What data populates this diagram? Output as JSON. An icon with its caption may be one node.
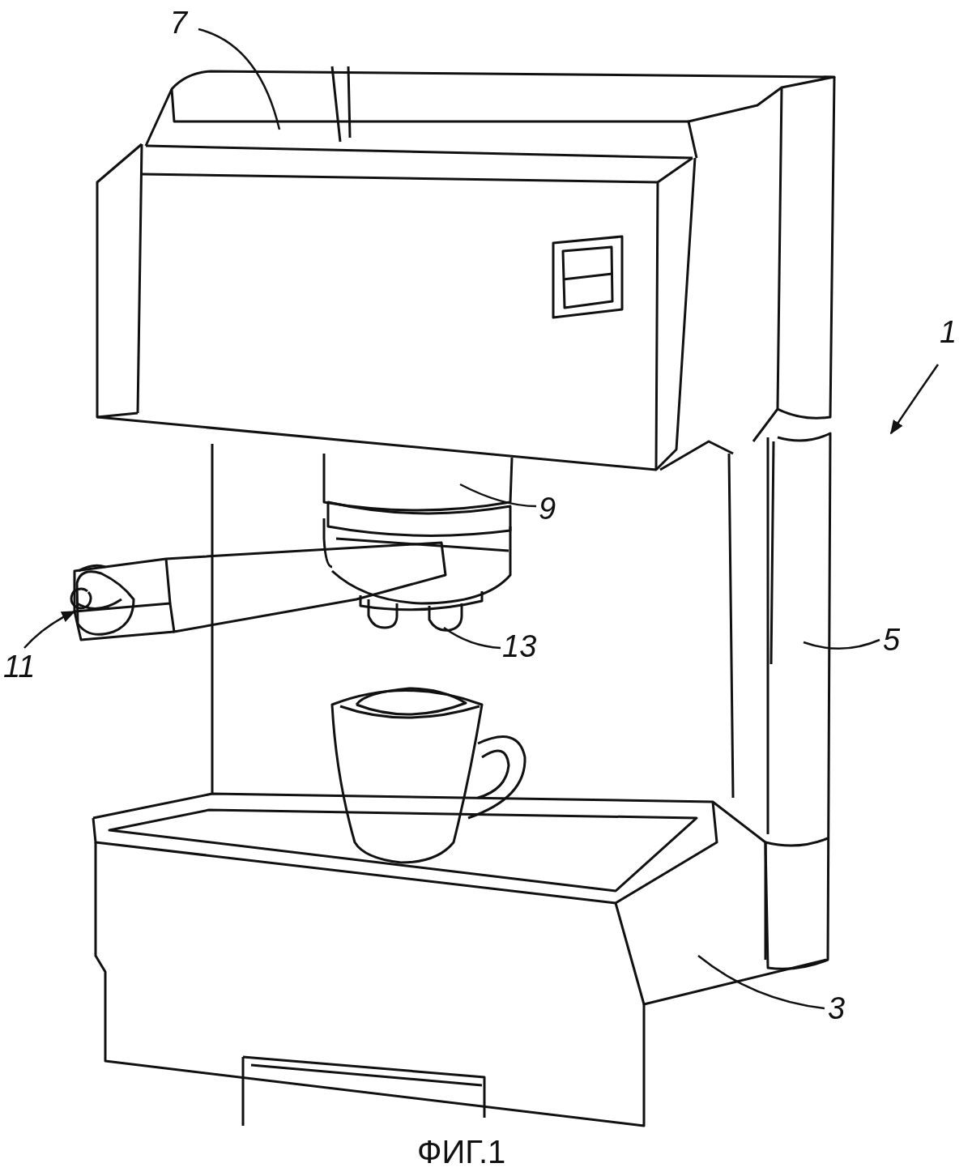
{
  "diagram": {
    "caption": "ФИГ.1",
    "nodes": [
      {
        "text": [
          "7"
        ]
      },
      {
        "text": [
          "1"
        ]
      },
      {
        "text": [
          "9"
        ]
      },
      {
        "text": [
          "13"
        ]
      },
      {
        "text": [
          "5"
        ]
      },
      {
        "text": [
          "11"
        ]
      },
      {
        "text": [
          "3"
        ]
      }
    ],
    "edges": [
      {
        "from": 0,
        "to": null,
        "arrow": "none"
      },
      {
        "from": 1,
        "to": null,
        "arrow": "to"
      },
      {
        "from": 2,
        "to": null,
        "arrow": "none"
      },
      {
        "from": 3,
        "to": null,
        "arrow": "none"
      },
      {
        "from": 4,
        "to": null,
        "arrow": "none"
      },
      {
        "from": 5,
        "to": null,
        "arrow": "to"
      },
      {
        "from": 6,
        "to": null,
        "arrow": "none"
      }
    ]
  }
}
